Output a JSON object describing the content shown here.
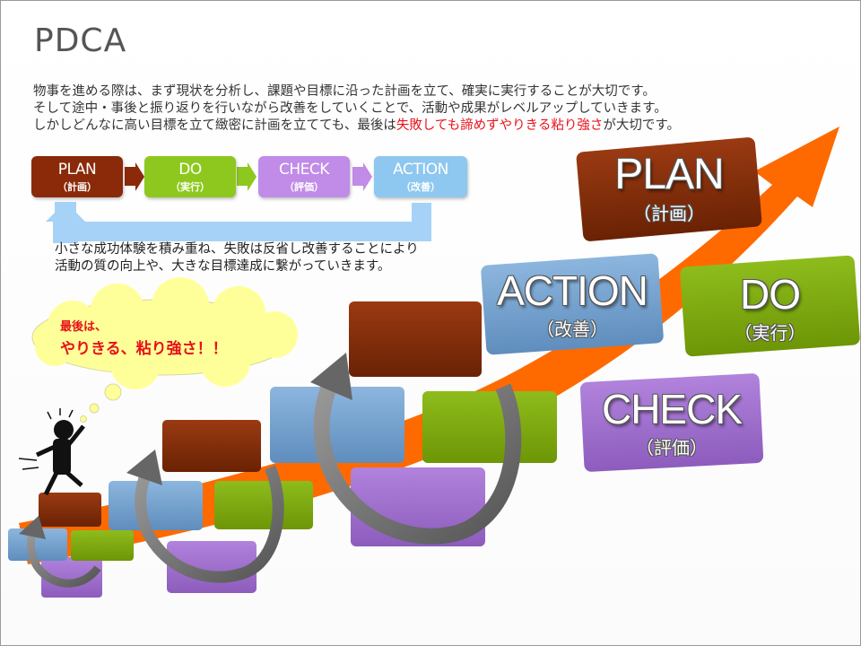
{
  "title": "PDCA",
  "intro": {
    "line1": "物事を進める際は、まず現状を分析し、課題や目標に沿った計画を立て、確実に実行することが大切です。",
    "line2": "そして途中・事後と振り返りを行いながら改善をしていくことで、活動や成果がレベルアップしていきます。",
    "line3_pre": "しかしどんなに高い目標を立て緻密に計画を立てても、最後は",
    "line3_red": "失敗しても諦めずやりきる粘り強さ",
    "line3_post": "が大切です。"
  },
  "cycle": [
    {
      "en": "PLAN",
      "jp": "（計画）",
      "color": "#8a2a08"
    },
    {
      "en": "DO",
      "jp": "（実行）",
      "color": "#8ec81e"
    },
    {
      "en": "CHECK",
      "jp": "（評価）",
      "color": "#c18be8"
    },
    {
      "en": "ACTION",
      "jp": "（改善）",
      "color": "#8ec7ef"
    }
  ],
  "note": {
    "line1": "小さな成功体験を積み重ね、失敗は反省し改善することにより",
    "line2": "活動の質の向上や、大きな目標達成に繋がっていきます。"
  },
  "thought": {
    "line1": "最後は、",
    "line2": "やりきる、粘り強さ！！"
  },
  "big_blocks": {
    "plan": {
      "en": "PLAN",
      "jp": "（計画）",
      "color": "#7a2806"
    },
    "action": {
      "en": "ACTION",
      "jp": "（改善）",
      "color": "#6f9bc8"
    },
    "do": {
      "en": "DO",
      "jp": "（実行）",
      "color": "#7aa50a"
    },
    "check": {
      "en": "CHECK",
      "jp": "（評価）",
      "color": "#9a66c6"
    }
  },
  "colors": {
    "arrow": "#ff6a00",
    "loop_arrow": "#6e6e6e",
    "cloud": "#ffff99",
    "return_arrow": "#a6d2f7"
  }
}
